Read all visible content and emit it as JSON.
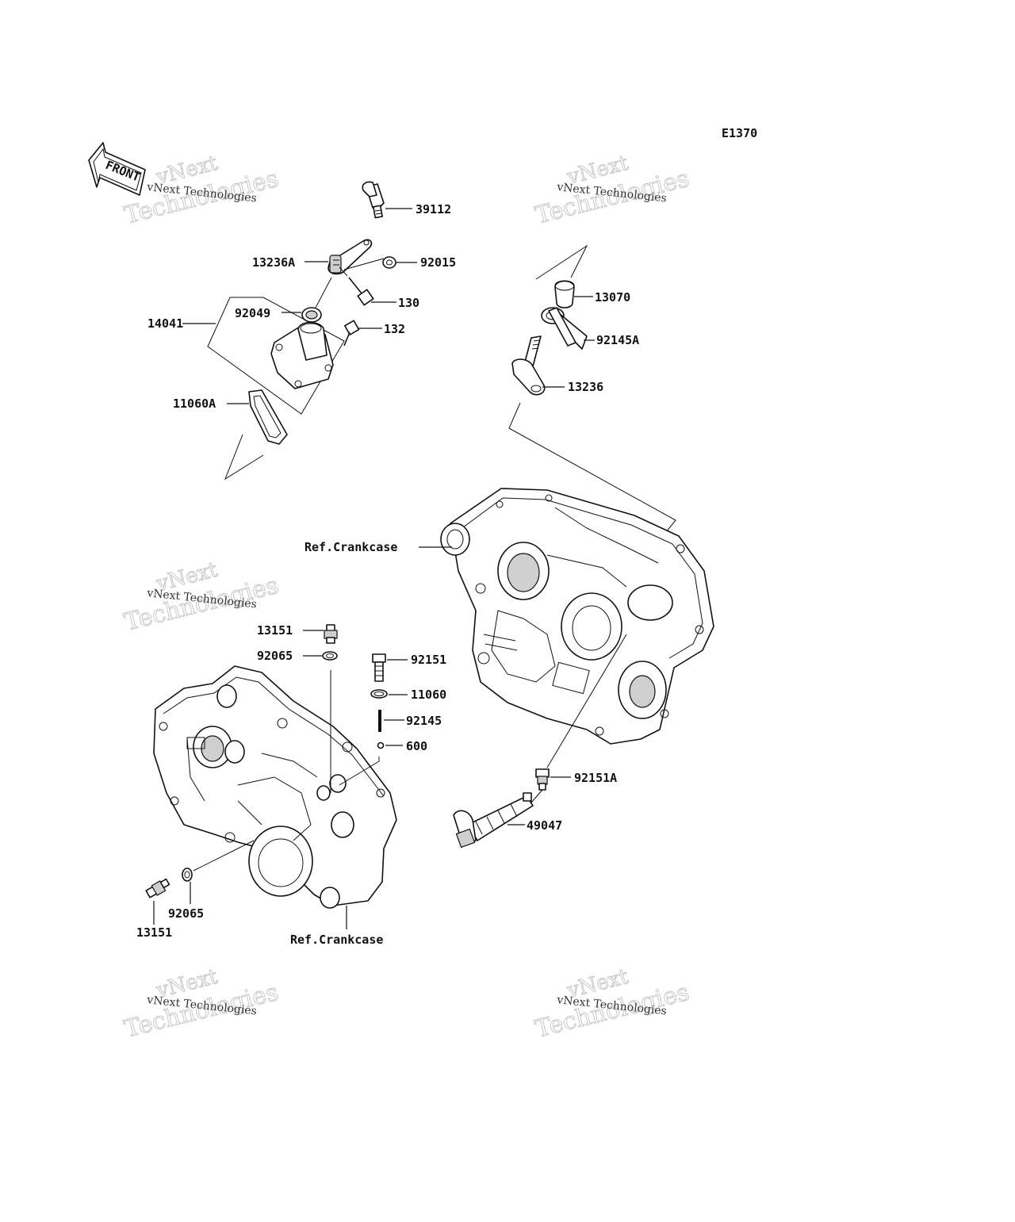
{
  "diagram": {
    "code": "E1370",
    "front_label": "FRONT",
    "watermark_line1": "vNext",
    "watermark_line2": "Technologies",
    "watermark_small": "vNext Technologies",
    "labels": {
      "p39112": "39112",
      "p13236A": "13236A",
      "p92015": "92015",
      "p130": "130",
      "p92049": "92049",
      "p14041": "14041",
      "p132": "132",
      "p11060A": "11060A",
      "p13070": "13070",
      "p92145A": "92145A",
      "p13236": "13236",
      "ref_crankcase_top": "Ref.Crankcase",
      "p13151_top": "13151",
      "p92065_top": "92065",
      "p92151": "92151",
      "p11060": "11060",
      "p92145": "92145",
      "p600": "600",
      "p92151A": "92151A",
      "p49047": "49047",
      "p92065_bottom": "92065",
      "p13151_bottom": "13151",
      "ref_crankcase_bottom": "Ref.Crankcase"
    }
  }
}
